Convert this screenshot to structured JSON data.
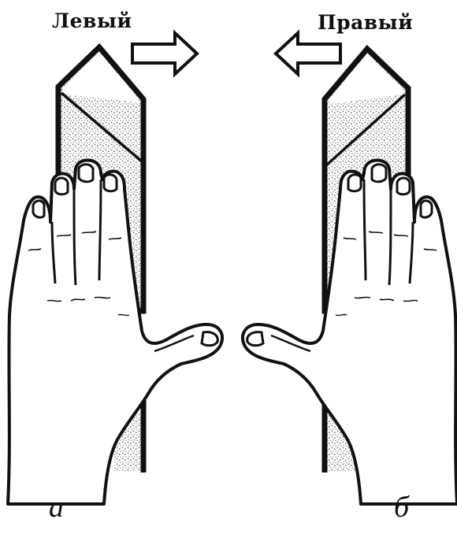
{
  "labels": {
    "left": "Левый",
    "right": "Правый"
  },
  "captions": {
    "a": "а",
    "b": "б"
  },
  "colors": {
    "ink": "#111111",
    "stipple": "#9a9a9a",
    "background": "#ffffff"
  },
  "icons": {
    "left_arrow": "arrow-right-icon",
    "right_arrow": "arrow-left-icon"
  }
}
